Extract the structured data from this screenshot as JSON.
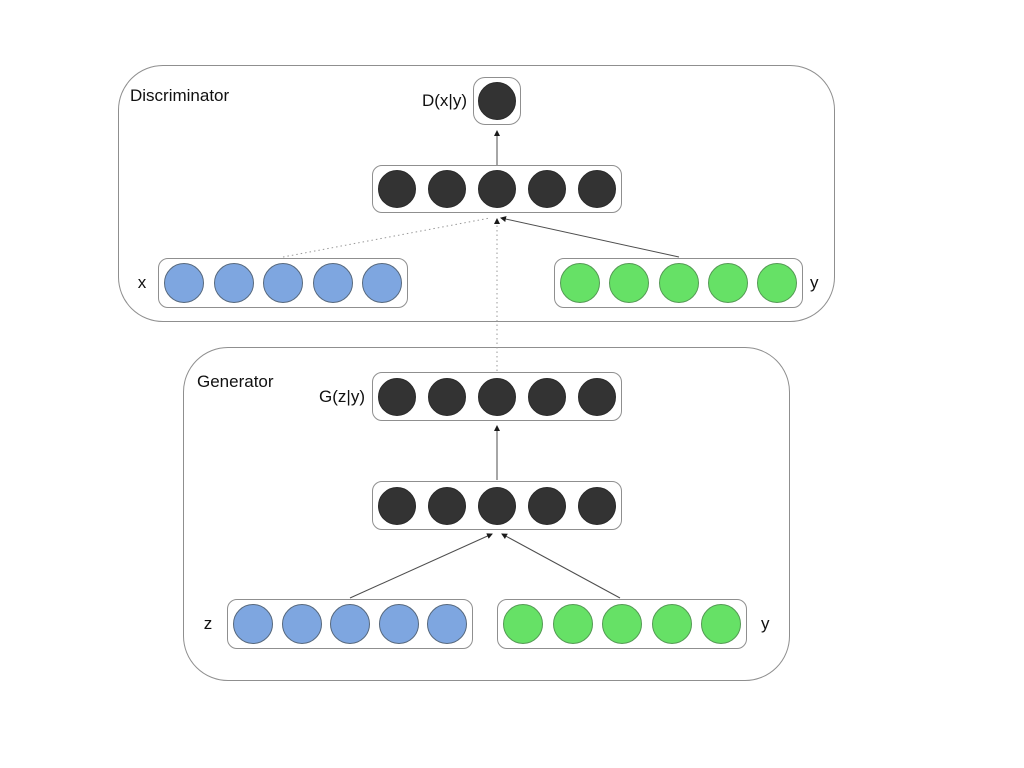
{
  "diagram": {
    "discriminator": {
      "label": "Discriminator",
      "output": {
        "label": "D(x|y)",
        "units": 1,
        "fill": "#333333",
        "stroke": "#2a2a2a",
        "size": 38,
        "node_name": "discriminator-output-node"
      },
      "hidden": {
        "units": 5,
        "fill": "#333333",
        "stroke": "#2a2a2a",
        "size": 38,
        "node_name": "discriminator-hidden-node"
      },
      "input_x": {
        "label": "x",
        "units": 5,
        "fill": "#7EA6E0",
        "stroke": "#56687D",
        "size": 40,
        "node_name": "discriminator-input-x-node"
      },
      "input_y": {
        "label": "y",
        "units": 5,
        "fill": "#66E166",
        "stroke": "#549A54",
        "size": 40,
        "node_name": "discriminator-input-y-node"
      }
    },
    "generator": {
      "label": "Generator",
      "output": {
        "label": "G(z|y)",
        "units": 5,
        "fill": "#333333",
        "stroke": "#2a2a2a",
        "size": 38,
        "node_name": "generator-output-node"
      },
      "hidden": {
        "units": 5,
        "fill": "#333333",
        "stroke": "#2a2a2a",
        "size": 38,
        "node_name": "generator-hidden-node"
      },
      "input_z": {
        "label": "z",
        "units": 5,
        "fill": "#7EA6E0",
        "stroke": "#56687D",
        "size": 40,
        "node_name": "generator-input-z-node"
      },
      "input_y": {
        "label": "y",
        "units": 5,
        "fill": "#66E166",
        "stroke": "#549A54",
        "size": 40,
        "node_name": "generator-input-y-node"
      }
    },
    "colors": {
      "dark_node": "#333333",
      "blue_node": "#7EA6E0",
      "green_node": "#66E166",
      "box_border": "#8f8f8f",
      "edge": "#4d4d4d"
    }
  }
}
